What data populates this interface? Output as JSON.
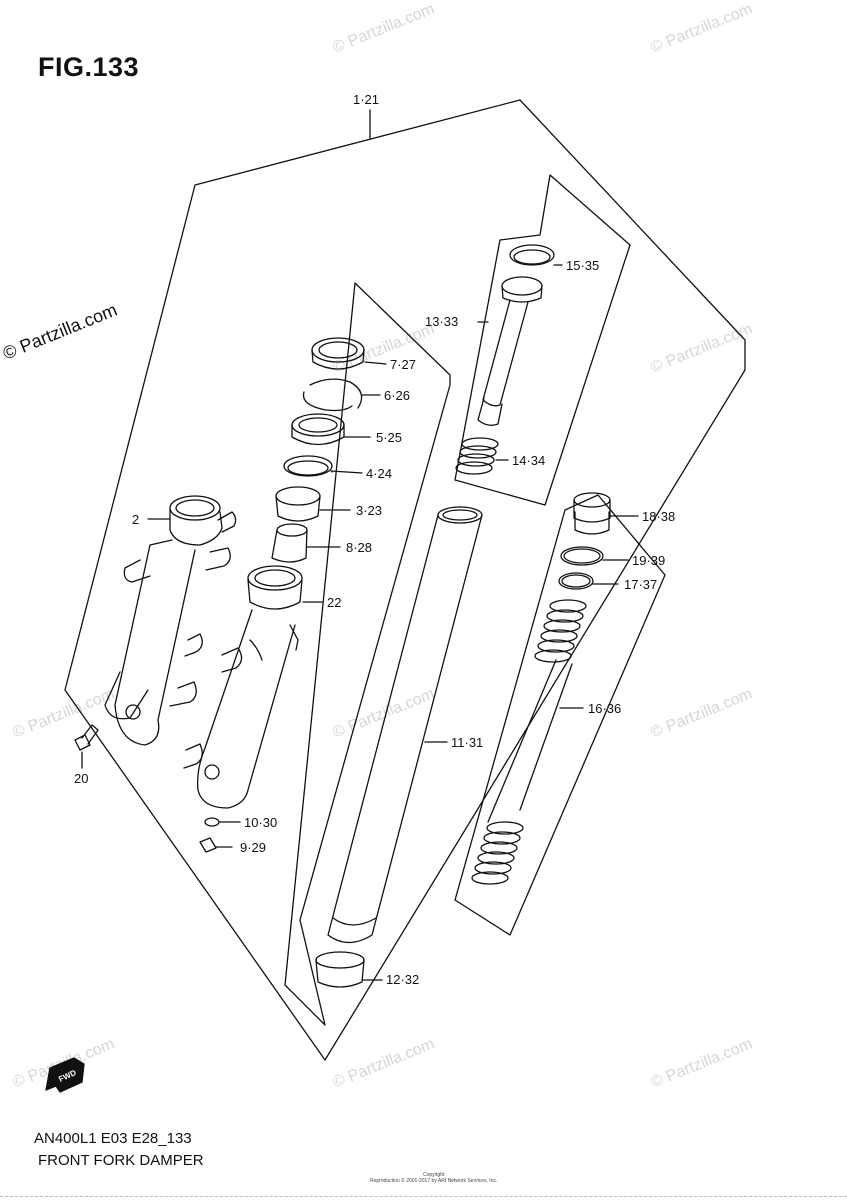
{
  "figure": {
    "title": "FIG.133",
    "model_code": "AN400L1 E03 E28_133",
    "caption": "FRONT FORK DAMPER",
    "copyright_line1": "Copyright",
    "copyright_line2": "Reproduction © 2001-2017 by ARI Network Services, Inc."
  },
  "watermark": {
    "text": "© Partzilla.com",
    "side_text": "© Partzilla.com"
  },
  "fwd_label": "FWD",
  "callouts": {
    "c1": "1·21",
    "c2": "2",
    "c3": "3·23",
    "c4": "4·24",
    "c5": "5·25",
    "c6": "6·26",
    "c7": "7·27",
    "c8": "8·28",
    "c9": "9·29",
    "c10": "10·30",
    "c11": "11·31",
    "c12": "12·32",
    "c13": "13·33",
    "c14": "14·34",
    "c15": "15·35",
    "c16": "16·36",
    "c17": "17·37",
    "c18": "18·38",
    "c19": "19·39",
    "c20": "20",
    "c22": "22"
  }
}
